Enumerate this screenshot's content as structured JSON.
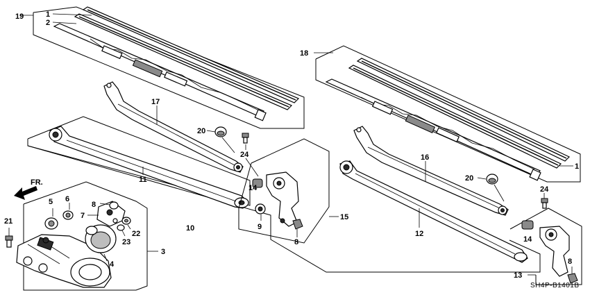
{
  "diagram": {
    "diagram_code": "SH4P-B1401B",
    "direction_label": "FR.",
    "callouts": [
      "1",
      "2",
      "3",
      "4",
      "5",
      "6",
      "7",
      "8",
      "9",
      "10",
      "11",
      "12",
      "13",
      "14",
      "15",
      "16",
      "17",
      "18",
      "19",
      "20",
      "21",
      "22",
      "23",
      "24"
    ],
    "parts": {
      "wiper_blade_driver": {
        "ref": "19",
        "sub_refs": [
          "1",
          "2"
        ]
      },
      "wiper_blade_passenger": {
        "ref": "18",
        "sub_refs": [
          "1"
        ]
      },
      "wiper_arm_driver": {
        "ref": "17"
      },
      "wiper_arm_passenger": {
        "ref": "16"
      },
      "link_driver": {
        "ref": "11"
      },
      "link_passenger": {
        "ref": "12"
      },
      "link_assembly": {
        "ref": "10"
      },
      "pivot_driver": {
        "ref": "15",
        "sub_refs": [
          "14",
          "9",
          "8"
        ]
      },
      "pivot_passenger": {
        "ref": "13",
        "sub_refs": [
          "14",
          "8"
        ]
      },
      "wiper_motor": {
        "ref": "3",
        "sub_refs": [
          "4",
          "5",
          "6",
          "7",
          "8",
          "22",
          "23"
        ]
      },
      "cap_nut": {
        "ref": "20"
      },
      "bolt": {
        "ref": "24"
      },
      "motor_bolt": {
        "ref": "21"
      }
    }
  }
}
